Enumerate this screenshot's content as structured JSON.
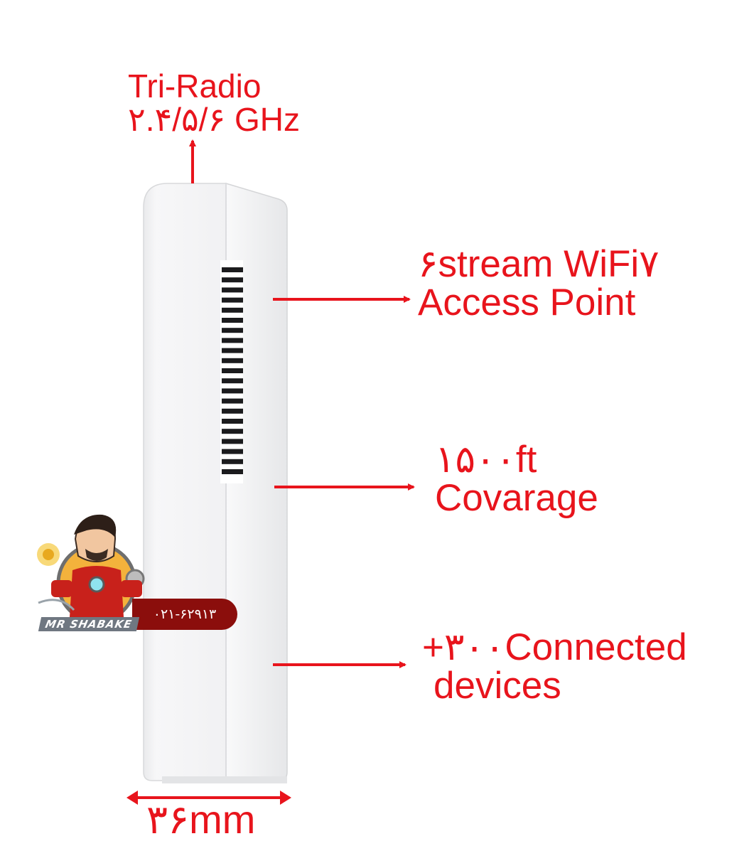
{
  "colors": {
    "accent": "#e8141c",
    "device_body": "#f4f4f5",
    "device_edge": "#d7d8da",
    "badge_bg": "#8b0e0c"
  },
  "labels": {
    "radio": [
      "Tri-Radio",
      "۲.۴/۵/۶ GHz"
    ],
    "stream": [
      "۶stream WiFi۷",
      "Access Point"
    ],
    "coverage": [
      "۱۵۰۰ft",
      "Covarage"
    ],
    "devices": [
      "+۳۰۰Connected",
      "devices"
    ],
    "width": "۳۶mm"
  },
  "watermark": {
    "phone": "۰۲۱-۶۲۹۱۳",
    "brand": "MR SHABAKE",
    "icon": "cartoon-mascot-icon"
  }
}
